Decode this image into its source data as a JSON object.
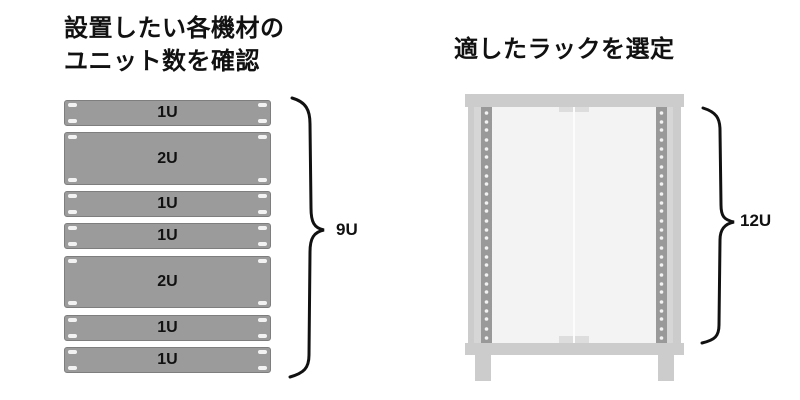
{
  "left": {
    "title_line1": "設置したい各機材の",
    "title_line2": "ユニット数を確認",
    "panels": [
      {
        "label": "1U",
        "units": 1
      },
      {
        "label": "2U",
        "units": 2
      },
      {
        "label": "1U",
        "units": 1
      },
      {
        "label": "1U",
        "units": 1
      },
      {
        "label": "2U",
        "units": 2
      },
      {
        "label": "1U",
        "units": 1
      },
      {
        "label": "1U",
        "units": 1
      }
    ],
    "total_label": "9U"
  },
  "right": {
    "title": "適したラックを選定",
    "rack_label": "12U"
  },
  "colors": {
    "panel_fill": "#9b9b9b",
    "rack_frame": "#cccccc",
    "rack_rail": "#999999",
    "rack_glass": "#f3f3f3",
    "text": "#111111"
  }
}
